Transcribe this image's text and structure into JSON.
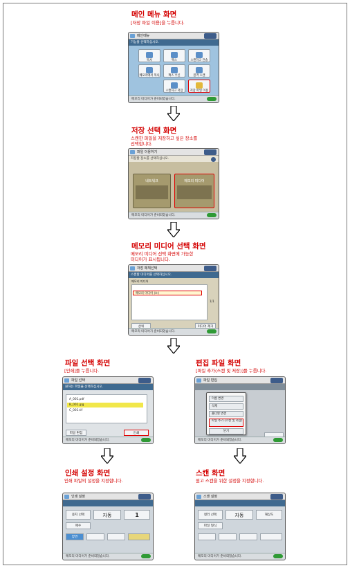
{
  "sections": {
    "main_menu": {
      "title": "메인 메뉴 화면",
      "desc": "[저장 파일 이용]을 누릅니다."
    },
    "storage": {
      "title": "저장 선택 화면",
      "desc1": "스캔한 파일을 저장하고 싶은 장소를",
      "desc2": "선택합니다."
    },
    "media": {
      "title": "메모리 미디어 선택 화면",
      "desc1": "메모리 미디어 선택 화면에 가능한",
      "desc2": "미디어가 표시됩니다."
    },
    "file_select": {
      "title": "파일 선택 화면",
      "desc": "[인쇄]를 누릅니다."
    },
    "edit_file": {
      "title": "편집 파일 화면",
      "desc": "[파일 추가(스캔 및 저장)]를 누릅니다."
    },
    "print_settings": {
      "title": "인쇄 설정 화면",
      "desc": "인쇄 파일의 설정을 지정합니다."
    },
    "scan": {
      "title": "스캔 화면",
      "desc": "원고 스캔을 위한 설정을 지정합니다."
    }
  },
  "main_screen": {
    "bar": "메인메뉴",
    "guide": "기능을 선택하십시오.",
    "tiles": [
      "복사",
      "팩스",
      "스캔하고 전송",
      "메모리에서 복사",
      "팩스 수신",
      "원격 스캔",
      "스캔하고 저장",
      "저장 파일 이용"
    ],
    "footer": "메모리 미디어가 준비되었습니다."
  },
  "storage_screen": {
    "bar": "파일 이용하기",
    "guide": "저장할 장소를 선택하십시오.",
    "left_button": "네트워크",
    "right_button": "메모리 미디어",
    "footer": "메모리 미디어가 준비되었습니다."
  },
  "media_screen": {
    "bar": "저장 매체선택",
    "guide": "스캔할 미디어를 선택하십시오.",
    "header": "메모리 미디어",
    "row": "메모리 미디어 (A:)",
    "page": "1/1",
    "left_button": "상위",
    "right_button": "미디어 제거",
    "footer": "메모리 미디어가 준비되었습니다."
  },
  "file_screen": {
    "bar": "파일 선택",
    "guide": "원하는 파일을 선택하십시오.",
    "rows": [
      "A_001.pdf",
      "B_001.jpg",
      "C_001.tif"
    ],
    "buttons": [
      "파일 편집",
      "인쇄"
    ],
    "footer": "메모리 미디어가 준비되었습니다."
  },
  "edit_screen": {
    "bar": "파일 편집",
    "menu": [
      "이름 변경",
      "삭제",
      "폴더명 변경",
      "파일 추가 (스캔 및 저장)",
      "닫기"
    ],
    "footer": "메모리 미디어가 준비되었습니다."
  },
  "print_screen": {
    "bar": "인쇄 설정",
    "labels": [
      "용지 선택",
      "매수",
      "양면",
      "자동",
      "1"
    ],
    "footer": "메모리 미디어가 준비되었습니다."
  },
  "scan_screen": {
    "bar": "스캔 설정",
    "labels": [
      "컬러 선택",
      "해상도",
      "파일 형식",
      "자동"
    ],
    "footer": "메모리 미디어가 준비되었습니다."
  },
  "colors": {
    "title": "#d40000",
    "highlight": "#e00000",
    "accent": "#3f6a90",
    "go": "#2f9a35"
  }
}
